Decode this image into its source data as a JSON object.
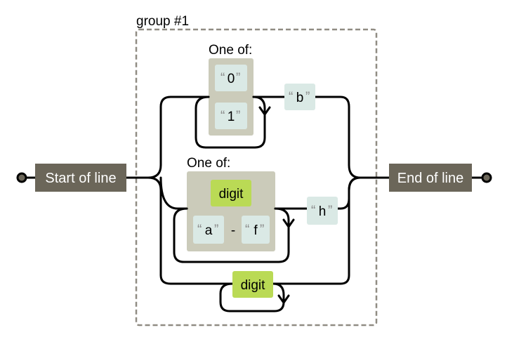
{
  "diagram": {
    "start_anchor": "Start of line",
    "end_anchor": "End of line",
    "group_label": "group #1",
    "charset_label_top": "One of:",
    "charset_label_mid": "One of:",
    "literals": {
      "zero": "0",
      "one": "1",
      "b": "b",
      "a": "a",
      "f": "f",
      "h": "h"
    },
    "range_dash": "-",
    "digit_class_charset": "digit",
    "digit_class_loop": "digit",
    "quote_open": "“",
    "quote_close": "”"
  },
  "colors": {
    "anchor": "#6b6659",
    "literal": "#dae9e5",
    "class": "#bada55",
    "charset": "#cbcbba",
    "group_border": "#908c83"
  }
}
